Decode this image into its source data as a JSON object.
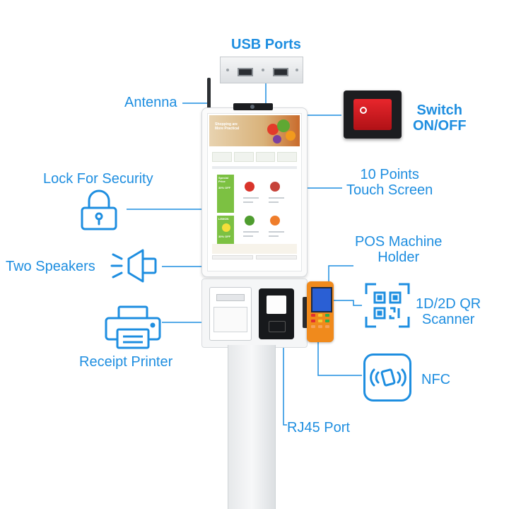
{
  "labels": {
    "usb_ports": "USB Ports",
    "antenna": "Antenna",
    "switch_line1": "Switch",
    "switch_line2": "ON/OFF",
    "lock": "Lock For Security",
    "touch_line1": "10 Points",
    "touch_line2": "Touch Screen",
    "speakers": "Two Speakers",
    "pos_line1": "POS Machine",
    "pos_line2": "Holder",
    "qr_line1": "1D/2D QR",
    "qr_line2": "Scanner",
    "printer": "Receipt Printer",
    "nfc": "NFC",
    "rj45": "RJ45 Port"
  },
  "screen": {
    "banner_line1": "Shopping are",
    "banner_line2": "More Practical",
    "promo1_line1": "Special",
    "promo1_line2": "Price",
    "promo1_pct": "30% OFF",
    "promo2_name": "LEMON",
    "promo2_pct": "30% OFF"
  },
  "colors": {
    "accent": "#1e8ee0",
    "switch_red": "#d81d23",
    "pos_orange": "#f08a1c",
    "promo_green": "#7cc142"
  },
  "icons": [
    "lock-icon",
    "speaker-icon",
    "printer-icon",
    "qr-scanner-icon",
    "nfc-icon"
  ]
}
